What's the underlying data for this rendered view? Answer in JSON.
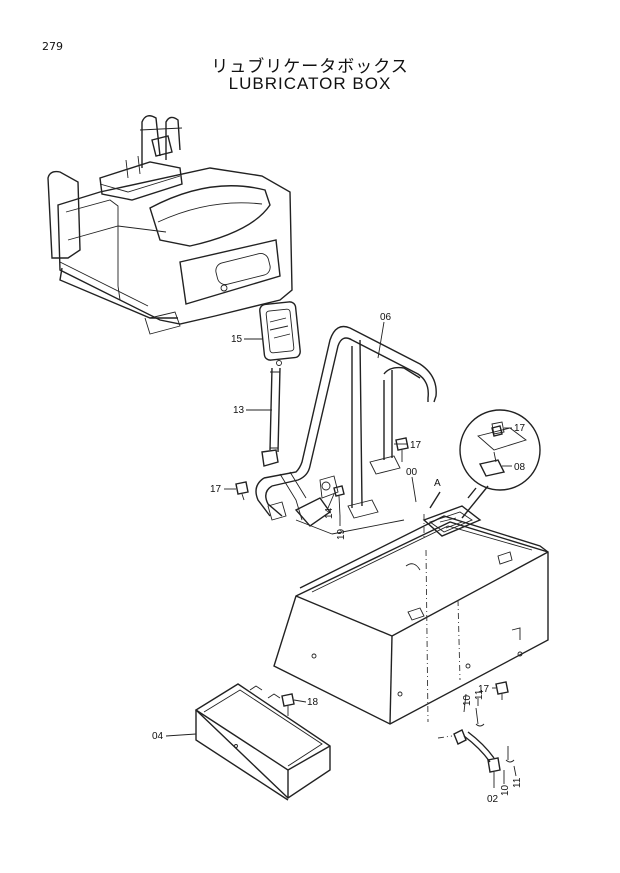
{
  "page_number": "279",
  "title_jp": "リュブリケータボックス",
  "title_en": "LUBRICATOR BOX",
  "detail_callout": "A",
  "parts": [
    {
      "id": "p15",
      "label": "15"
    },
    {
      "id": "p13",
      "label": "13"
    },
    {
      "id": "p06",
      "label": "06"
    },
    {
      "id": "p17a",
      "label": "17"
    },
    {
      "id": "p17b",
      "label": "17"
    },
    {
      "id": "p17c",
      "label": "17"
    },
    {
      "id": "p17d",
      "label": "17"
    },
    {
      "id": "p08",
      "label": "08"
    },
    {
      "id": "p00",
      "label": "00"
    },
    {
      "id": "p14",
      "label": "14"
    },
    {
      "id": "p19",
      "label": "19"
    },
    {
      "id": "p18",
      "label": "18"
    },
    {
      "id": "p04",
      "label": "04"
    },
    {
      "id": "p10a",
      "label": "10"
    },
    {
      "id": "p11a",
      "label": "11"
    },
    {
      "id": "p02",
      "label": "02"
    },
    {
      "id": "p10b",
      "label": "10"
    },
    {
      "id": "p11b",
      "label": "11"
    }
  ]
}
